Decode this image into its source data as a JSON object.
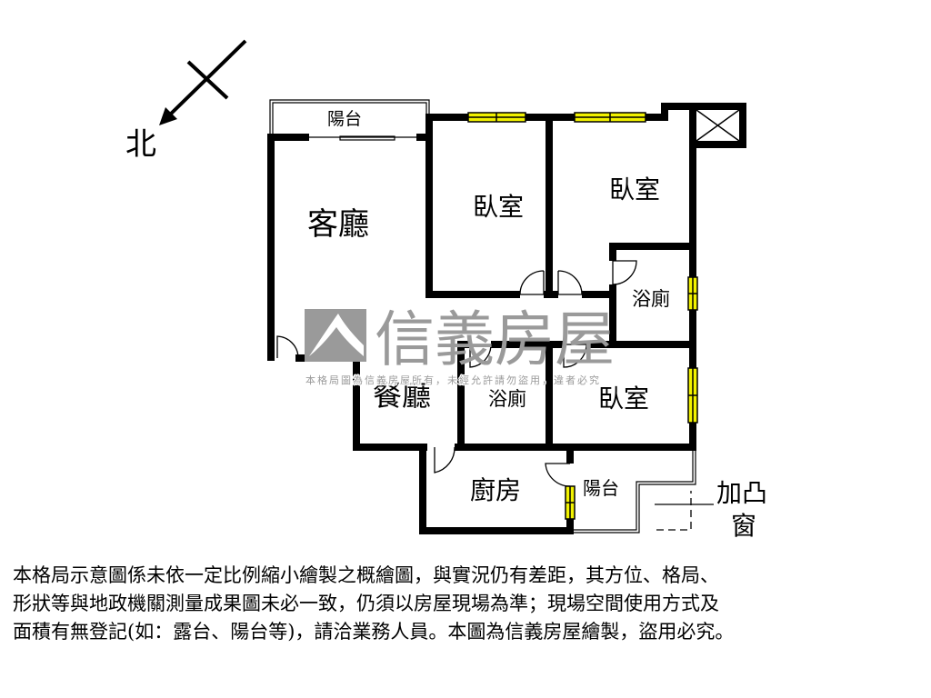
{
  "compass": {
    "north_label": "北"
  },
  "rooms": {
    "living_room": "客廳",
    "dining_room": "餐廳",
    "bedroom_1": "臥室",
    "bedroom_2": "臥室",
    "bedroom_3": "臥室",
    "bathroom_1": "浴廁",
    "bathroom_2": "浴廁",
    "kitchen": "廚房",
    "balcony_front": "陽台",
    "balcony_back": "陽台"
  },
  "bay_window": {
    "line1": "加凸",
    "line2": "窗"
  },
  "watermark": {
    "brand": "信義房屋",
    "notice": "本格局圖為信義房屋所有，未經允許請勿盜用，違者必究"
  },
  "colors": {
    "wall": "#000000",
    "window": "#f2f200",
    "watermark": "#9a9a9a"
  },
  "disclaimer": [
    "本格局示意圖係未依一定比例縮小繪製之概繪圖，與實況仍有差距，其方位、格局、",
    "形狀等與地政機關測量成果圖未必一致，仍須以房屋現場為準；現場空間使用方式及",
    "面積有無登記(如：露台、陽台等)，請洽業務人員。本圖為信義房屋繪製，盜用必究。"
  ]
}
